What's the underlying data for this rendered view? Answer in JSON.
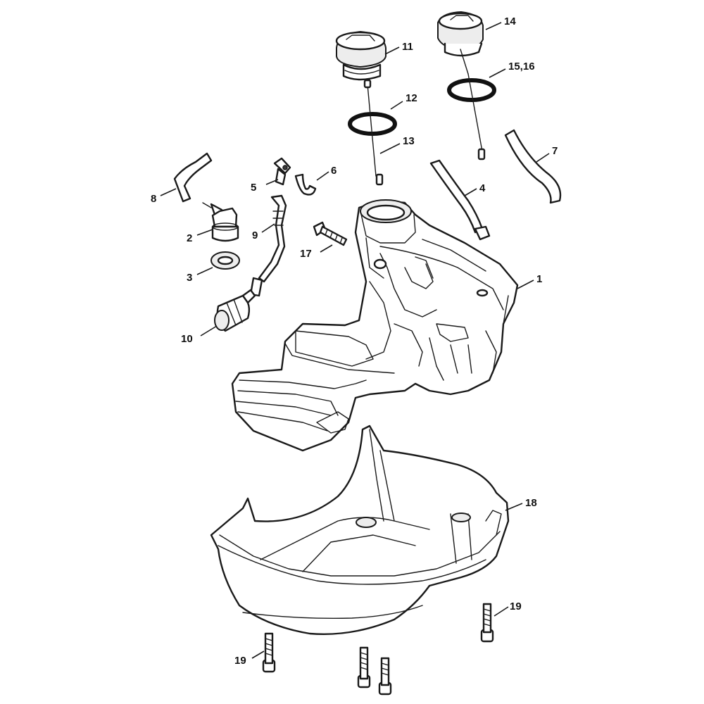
{
  "callouts": {
    "c1": "1",
    "c2": "2",
    "c3": "3",
    "c4": "4",
    "c5": "5",
    "c6": "6",
    "c7": "7",
    "c8": "8",
    "c9": "9",
    "c10": "10",
    "c11": "11",
    "c12": "12",
    "c13": "13",
    "c14": "14",
    "c15_16": "15,16",
    "c17": "17",
    "c18": "18",
    "c19a": "19",
    "c19b": "19"
  }
}
